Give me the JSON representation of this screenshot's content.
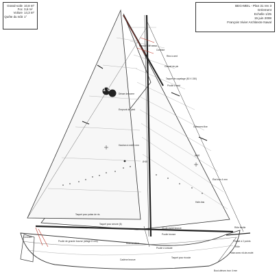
{
  "specs": [
    {
      "label": "Grand-voile",
      "value": "10,8 m²"
    },
    {
      "label": "Foc",
      "value": "3,6 m²"
    },
    {
      "label": "Voilure",
      "value": "14,3 m²"
    },
    {
      "label": "Quête du mât",
      "value": "1°"
    }
  ],
  "title_block": {
    "line1": "BEG-MEIL - Plan 31 rev 3",
    "line2": "Gréement",
    "line3": "Echelle 1/25",
    "line4": "15 juin 2008",
    "line5": "François Vivier Architecte Naval"
  },
  "sail_insignia": "10",
  "labels": {
    "peak_halyard": "Pantoire de corne",
    "peak_block": "Cordiste",
    "peak_pulley": "Poulie à cravate",
    "jib_halyard_block": "Réa à cent",
    "mast_cleat": "Clamet de pic",
    "jib_halyard_fairlead": "Taquet de capelage (50 X 150)",
    "pulley_tops": "Poulie à cent",
    "throat_halyard": "Drisse de corne",
    "goose_jaws": "Emprunt de pied",
    "standing_backstay": "Gréement fixe",
    "halyard_traveller": "Hauban à mât 4 mm",
    "mast_dim": "Ø 65",
    "boom_dim": "Ø 60",
    "forestay": "Étai inox 4 mm",
    "forestay_rope": "Hale-bas",
    "jib_tack_pulley": "Taquet pour palan de ris",
    "tack_cleat": "Taquet pour amure (6)",
    "mast_step_cleat": "Vit-de-mulet bronze",
    "thwart_block": "Poulie bronze",
    "sheet_block": "Ride-tendeur",
    "sheets_block": "Poulie à cravate",
    "mainsheet_cleat": "Cordiste",
    "boom_guy": "Poulie de grande bourse (sillage 8 mm)",
    "centreboard": "Cadène bronze",
    "sheet_cleat_star": "Taquet pour écoute",
    "bobstay_fitting": "Pédale à 2 points",
    "bow_fitting": "Rôle",
    "rudder_block": "Palan avec vit-de-mulet",
    "boom_tip": "Bout-dehors inox 4 mm",
    "sheet_fitting": "Rôle feuille"
  }
}
